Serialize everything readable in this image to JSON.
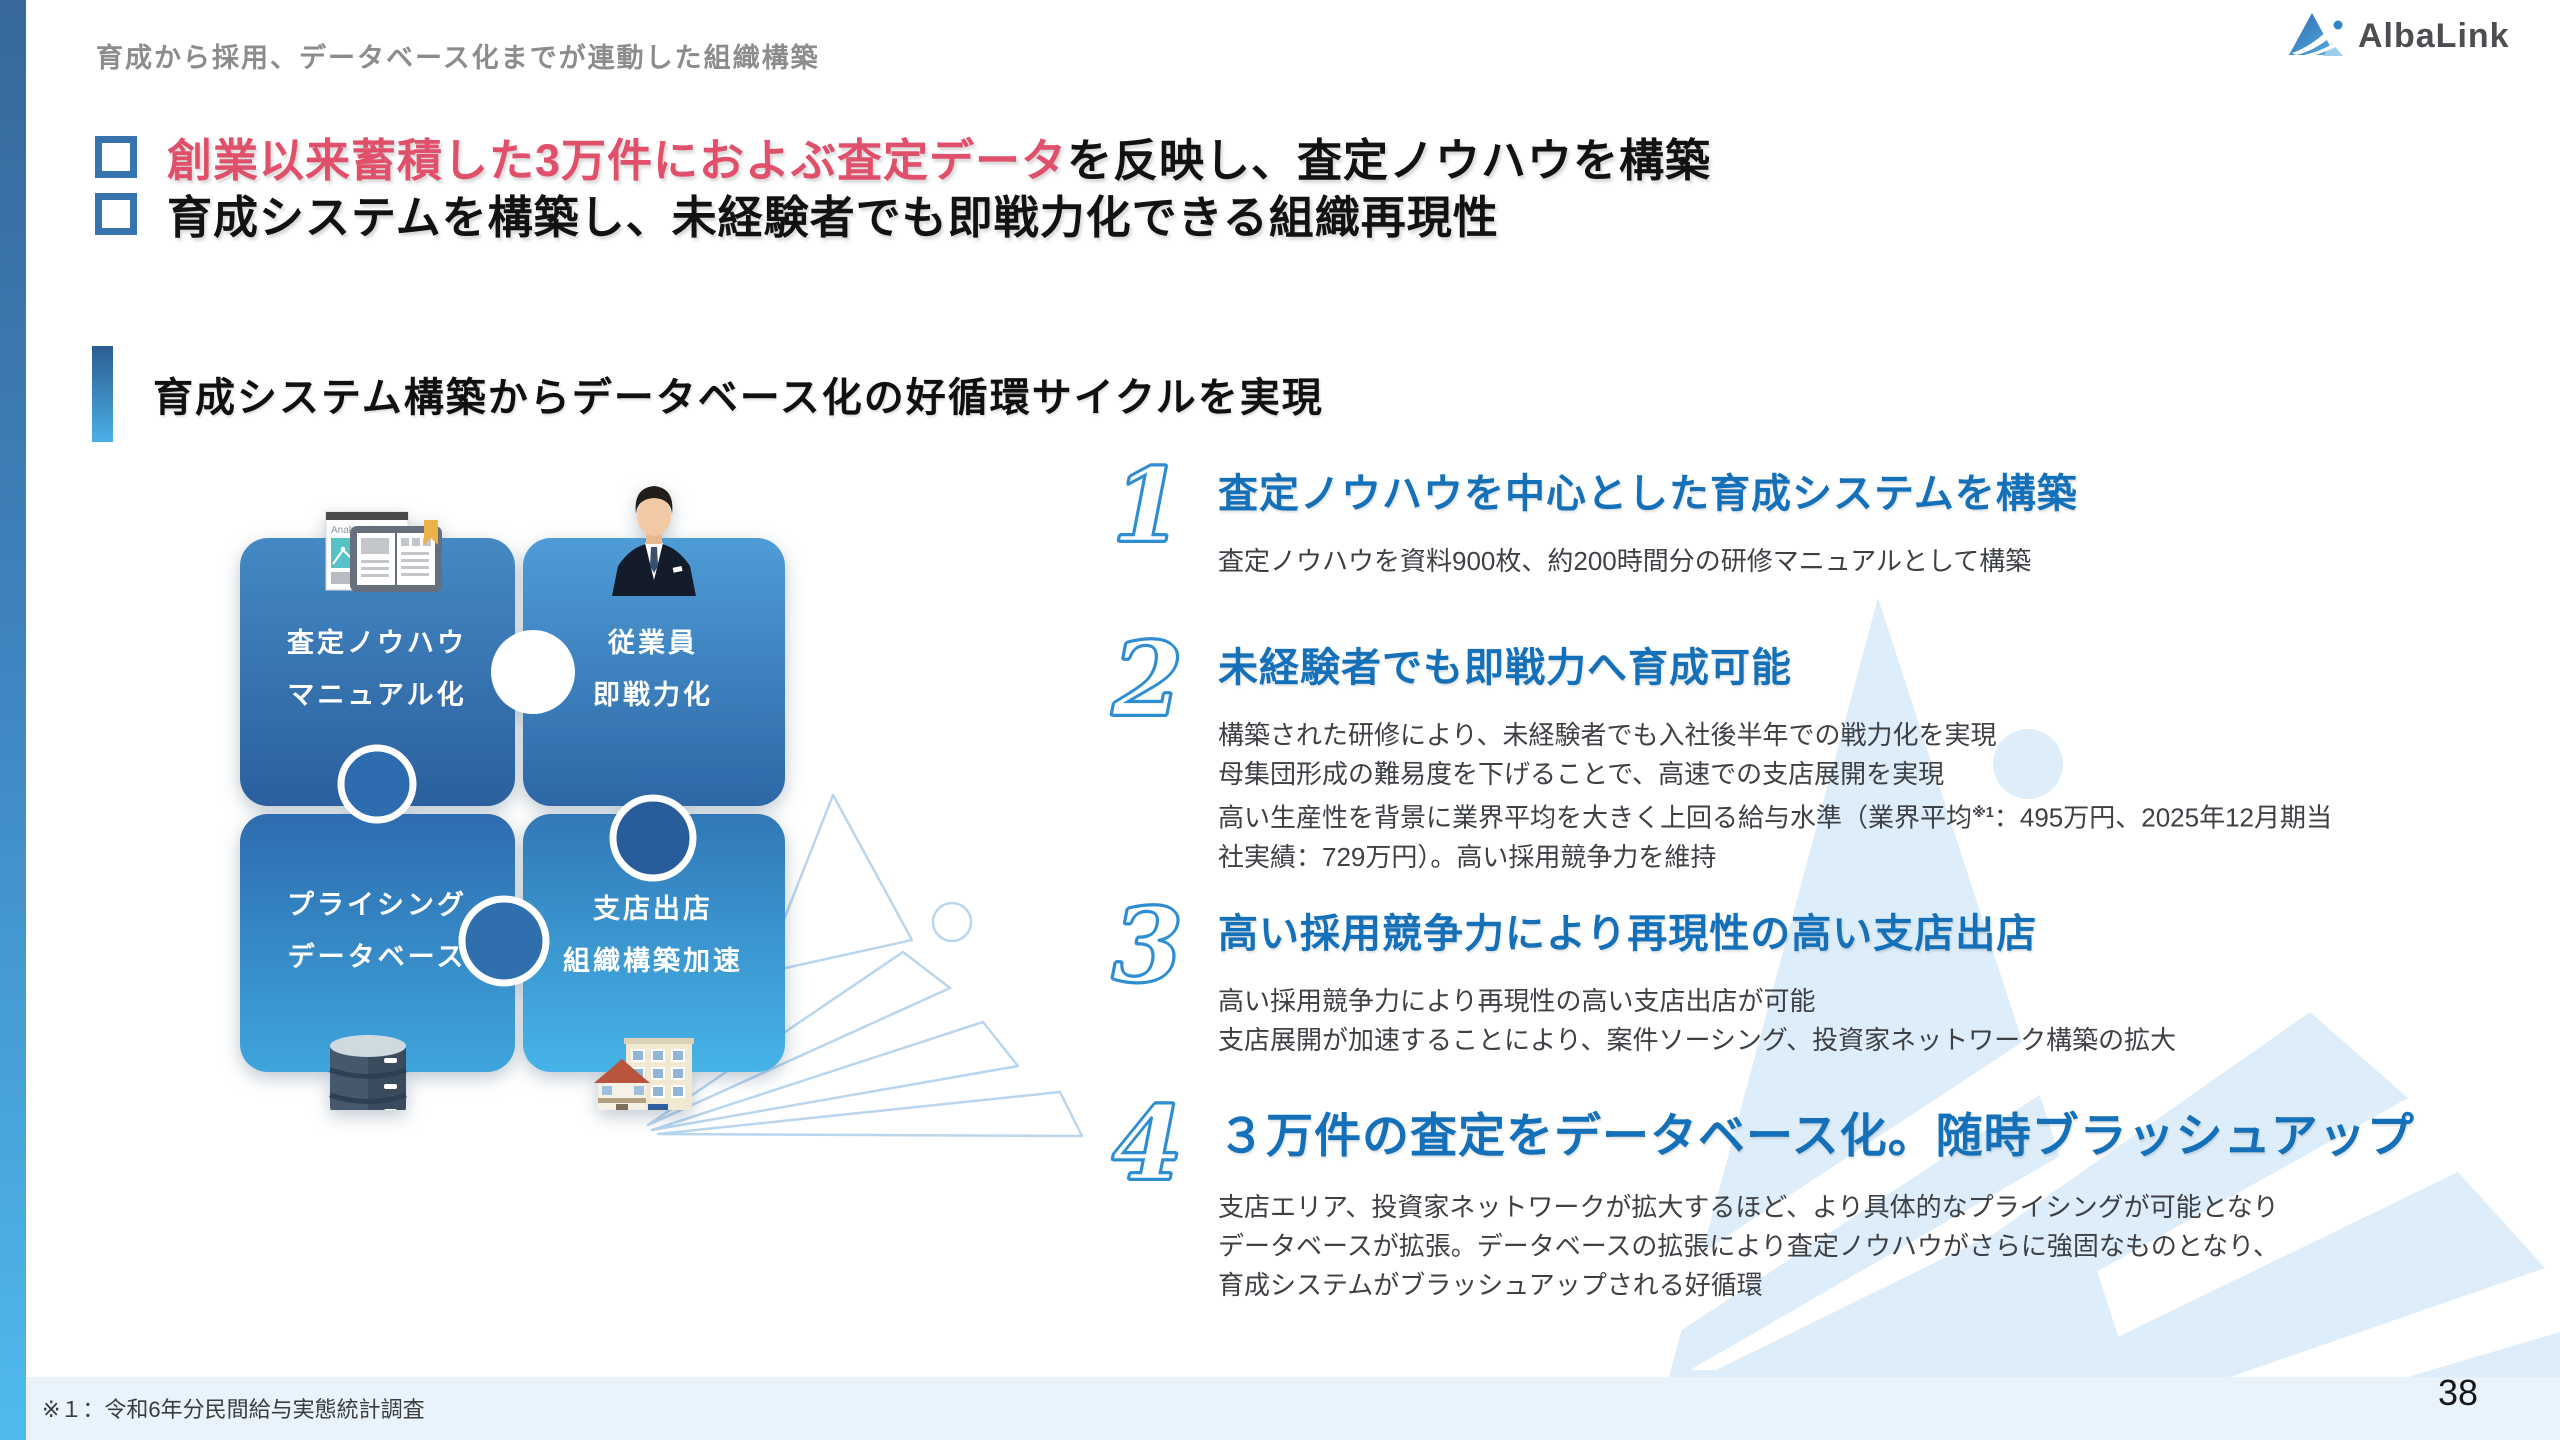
{
  "slide": {
    "kicker": "育成から採用、データベース化までが連動した組織構築",
    "bullet1": {
      "highlight": "創業以来蓄積した3万件におよぶ査定データ",
      "rest": "を反映し、査定ノウハウを構築"
    },
    "bullet2": {
      "text": "育成システムを構築し、未経験者でも即戦力化できる組織再現性"
    },
    "section_title": "育成システム構築からデータベース化の好循環サイクルを実現",
    "footnote": "※１：令和6年分民間給与実態統計調査",
    "page_number": "38"
  },
  "logo": {
    "name": "AlbaLink",
    "mark": "triangle-swoosh-logo"
  },
  "puzzle": {
    "pieces": [
      {
        "label_line1": "査定ノウハウ",
        "label_line2": "マニュアル化",
        "icon": "analytical-data-manual-icon"
      },
      {
        "label_line1": "従業員",
        "label_line2": "即戦力化",
        "icon": "businessman-photo-icon"
      },
      {
        "label_line1": "プライシング",
        "label_line2": "データベース",
        "icon": "database-icon"
      },
      {
        "label_line1": "支店出店",
        "label_line2": "組織構築加速",
        "icon": "buildings-icon"
      }
    ]
  },
  "steps": [
    {
      "number": "1",
      "title": "査定ノウハウを中心とした育成システムを構築",
      "body": [
        "査定ノウハウを資料900枚、約200時間分の研修マニュアルとして構築"
      ]
    },
    {
      "number": "2",
      "title": "未経験者でも即戦力へ育成可能",
      "body": [
        "構築された研修により、未経験者でも入社後半年での戦力化を実現",
        "母集団形成の難易度を下げることで、高速での支店展開を実現"
      ],
      "salary_line": {
        "prefix": "高い生産性を背景に業界平均を大きく上回る給与水準（業界平均",
        "sup": "※1",
        "rest": "：495万円、2025年12月期当"
      },
      "body_cont": [
        "社実績：729万円）。高い採用競争力を維持"
      ]
    },
    {
      "number": "3",
      "title": "高い採用競争力により再現性の高い支店出店",
      "body": [
        "高い採用競争力により再現性の高い支店出店が可能",
        "支店展開が加速することにより、案件ソーシング、投資家ネットワーク構築の拡大"
      ]
    },
    {
      "number": "4",
      "title": "３万件の査定をデータベース化。随時ブラッシュアップ",
      "body": [
        "支店エリア、投資家ネットワークが拡大するほど、より具体的なプライシングが可能となり",
        "データベースが拡張。データベースの拡張により査定ノウハウがさらに強固なものとなり、",
        "育成システムがブラッシュアップされる好循環"
      ]
    }
  ],
  "colors": {
    "accent_blue": "#1470b8",
    "highlight_red": "#e0506a",
    "bullet_square_blue": "#3773af",
    "number_outline_blue": "#2f8ed2",
    "light_motif_blue": "#ddedf9",
    "footer_band_blue": "#e8f3fb"
  }
}
